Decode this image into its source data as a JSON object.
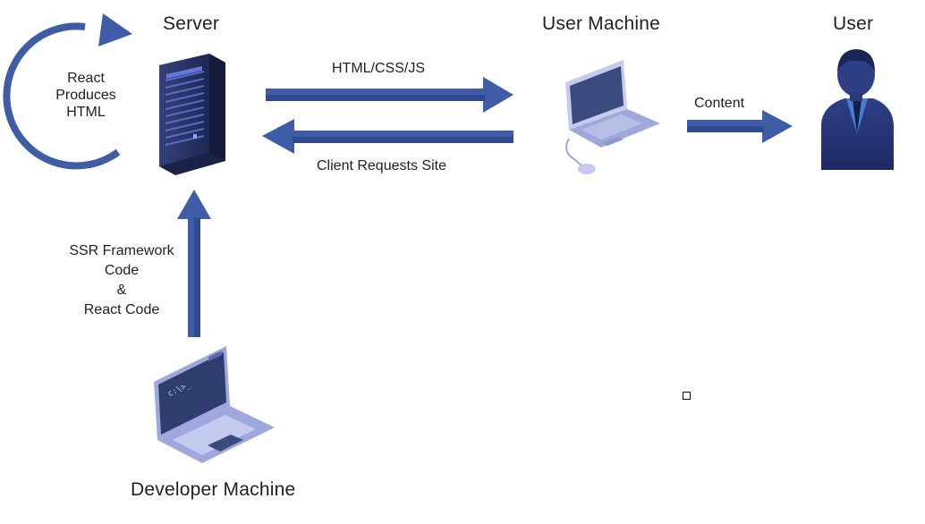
{
  "nodes": {
    "server": "Server",
    "user_machine": "User Machine",
    "user": "User",
    "developer_machine": "Developer Machine"
  },
  "labels": {
    "loop_line1": "React",
    "loop_line2": "Produces",
    "loop_line3": "HTML",
    "response": "HTML/CSS/JS",
    "request": "Client Requests Site",
    "content": "Content",
    "deploy_line1": "SSR Framework",
    "deploy_line2": "Code",
    "deploy_line3": "&",
    "deploy_line4": "React Code"
  },
  "screen_prompt": "c:\\>_",
  "colors": {
    "arrow": "#3f5da6",
    "arrow_dark": "#2f4a8f",
    "navy": "#1f2a5c",
    "laptop_frame": "#9fa8dc",
    "laptop_screen": "#3b4b7d",
    "server_body": "#2c3668",
    "server_led": "#6f86e6"
  }
}
